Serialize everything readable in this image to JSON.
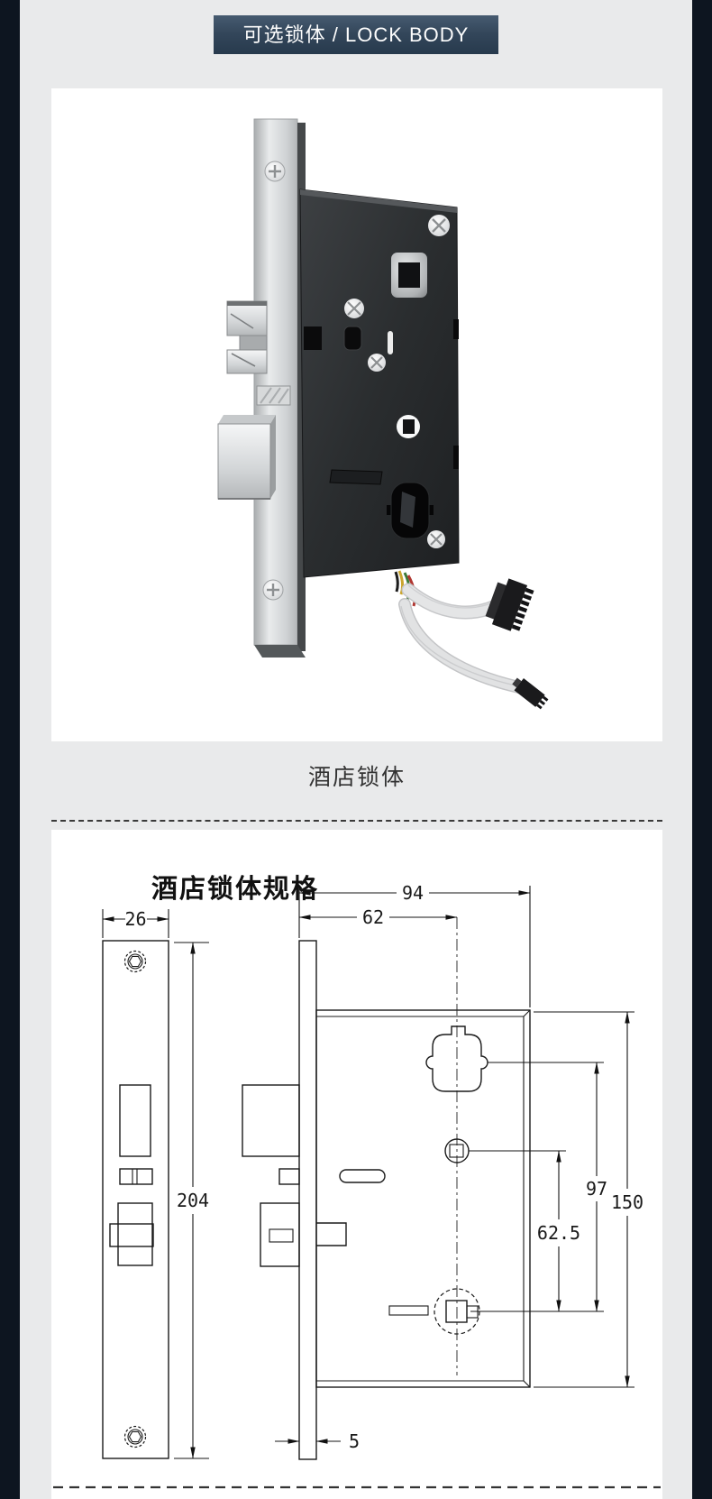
{
  "header": {
    "badge_label": "可选锁体 /  LOCK BODY",
    "badge_bg_top": "#465b70",
    "badge_bg_bottom": "#273a4d",
    "badge_text_color": "#fdfdfd"
  },
  "product": {
    "caption": "酒店锁体"
  },
  "spec": {
    "title": "酒店锁体规格",
    "dimensions": {
      "faceplate_width_mm": "26",
      "faceplate_height_mm": "204",
      "body_depth_mm": "94",
      "backset_mm": "62",
      "hub_to_cylinder_mm": "97",
      "body_height_mm": "150",
      "oval_to_cylinder_mm": "62.5",
      "faceplate_thickness_mm": "5"
    }
  },
  "colors": {
    "page_bg": "#e9eaeb",
    "side_strip": "#0d1520",
    "panel_bg": "#ffffff",
    "drawing_line": "#1a1a1a",
    "lock_case": "#2a2d2f",
    "metal": "#d8dadb"
  }
}
